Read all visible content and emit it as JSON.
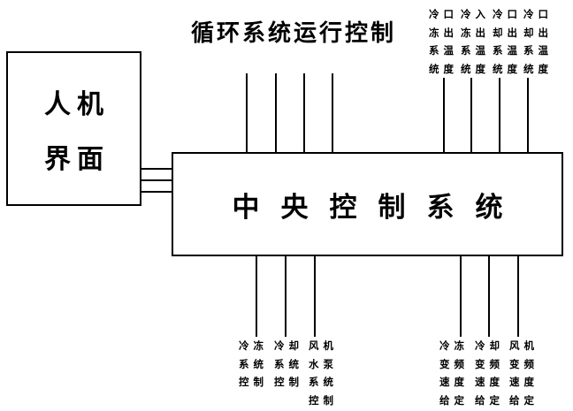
{
  "colors": {
    "line": "#000000",
    "background": "#ffffff",
    "text": "#000000"
  },
  "title": "循环系统运行控制",
  "hmi_box": {
    "line1": "人机",
    "line2": "界面"
  },
  "central_box": {
    "label": "中央控制系统"
  },
  "top_right_labels": [
    {
      "rows": [
        "冷口",
        "冻出",
        "系温",
        "统度"
      ]
    },
    {
      "rows": [
        "冷入",
        "冻出",
        "系温",
        "统度"
      ]
    },
    {
      "rows": [
        "冷口",
        "却出",
        "系温",
        "统度"
      ]
    },
    {
      "rows": [
        "冷口",
        "却出",
        "系温",
        "统度"
      ]
    }
  ],
  "bottom_left_labels": [
    {
      "rows": [
        "冷冻",
        "系统",
        "控制"
      ]
    },
    {
      "rows": [
        "冷却",
        "系统",
        "控制"
      ]
    },
    {
      "rows": [
        "风机",
        "水泵",
        "系统",
        "控制"
      ]
    }
  ],
  "bottom_right_labels": [
    {
      "rows": [
        "冷冻",
        "变频",
        "速度",
        "给定"
      ]
    },
    {
      "rows": [
        "冷却",
        "变频",
        "速度",
        "给定"
      ]
    },
    {
      "rows": [
        "风机",
        "变频",
        "速度",
        "给定"
      ]
    }
  ]
}
